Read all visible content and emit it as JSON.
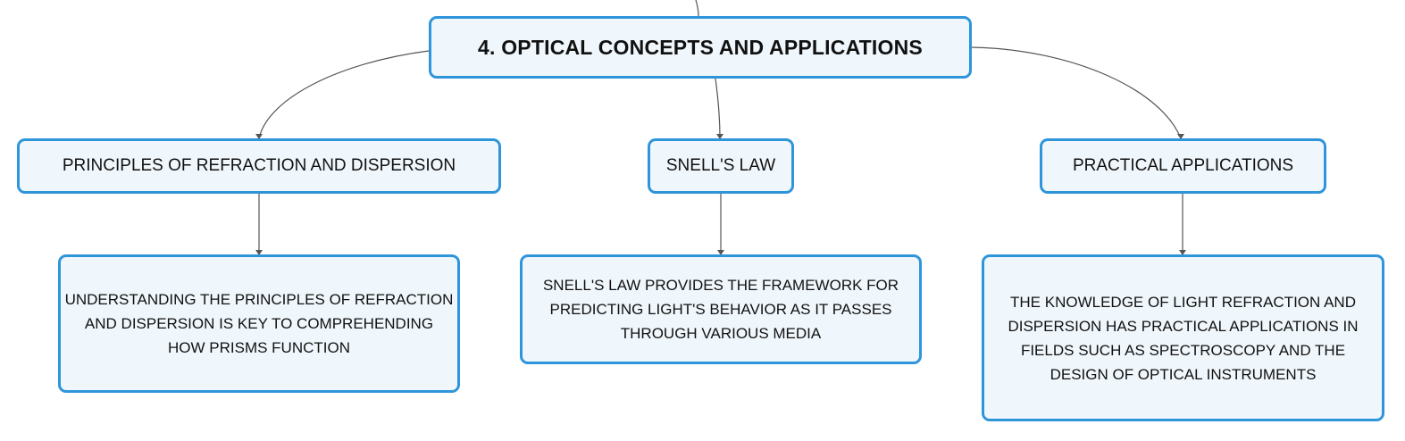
{
  "diagram": {
    "root": {
      "label": "4. OPTICAL CONCEPTS AND APPLICATIONS"
    },
    "branches": [
      {
        "label": "PRINCIPLES OF REFRACTION AND DISPERSION",
        "detail": "UNDERSTANDING THE PRINCIPLES OF REFRACTION AND DISPERSION IS KEY TO COMPREHENDING HOW PRISMS FUNCTION"
      },
      {
        "label": "SNELL'S LAW",
        "detail": "SNELL'S LAW PROVIDES THE FRAMEWORK FOR PREDICTING LIGHT'S BEHAVIOR AS IT PASSES THROUGH VARIOUS MEDIA"
      },
      {
        "label": "PRACTICAL APPLICATIONS",
        "detail": "THE KNOWLEDGE OF LIGHT REFRACTION AND DISPERSION HAS PRACTICAL APPLICATIONS IN FIELDS SUCH AS SPECTROSCOPY AND THE DESIGN OF OPTICAL INSTRUMENTS"
      }
    ]
  },
  "colors": {
    "node_border": "#2f95da",
    "node_fill": "#f0f7fc",
    "connector": "#555555",
    "text": "#111111"
  }
}
